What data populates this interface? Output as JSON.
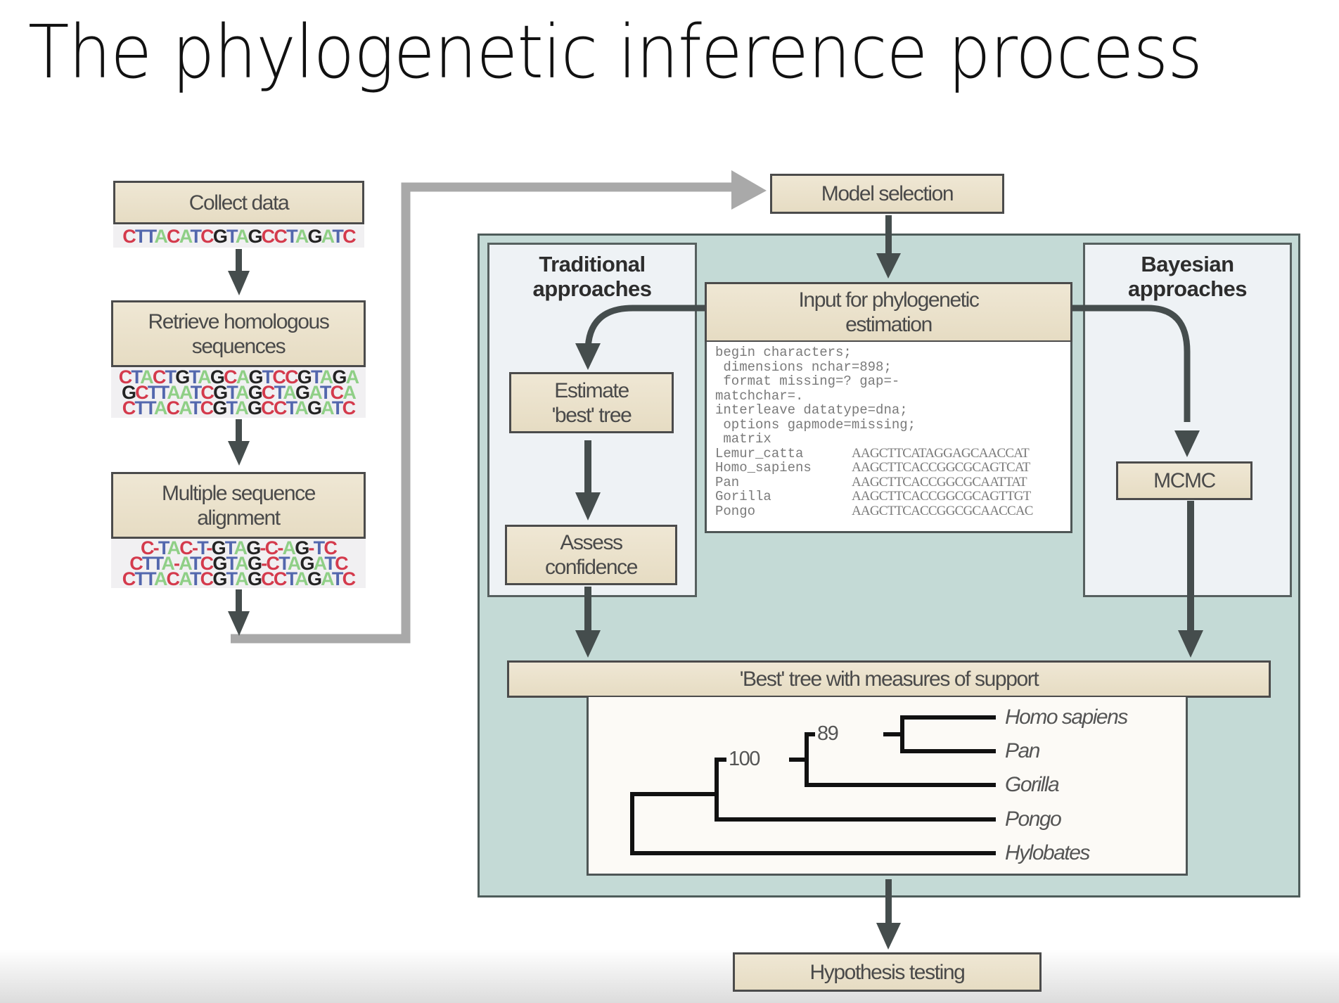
{
  "slide": {
    "title": "The phylogenetic inference process"
  },
  "pipeline": {
    "collect_data": {
      "label": "Collect data",
      "sequence": [
        "CTTACATCGTAGCCTAGATC"
      ]
    },
    "retrieve_homologous": {
      "label": "Retrieve homologous sequences",
      "sequences": [
        "CTACTGTAGCAGTCCGTAGA",
        "GCTTAATCGTAGCTAGATCA",
        "CTTACATCGTAGCCTAGATC"
      ]
    },
    "msa": {
      "label": "Multiple sequence alignment",
      "sequences": [
        "C-TAC-T-GTAG-C-AG-TC",
        "CTTA-ATCGTAG-CTAGATC",
        "CTTACATCGTAGCCTAGATC"
      ]
    },
    "model_selection": {
      "label": "Model selection"
    },
    "input": {
      "label": "Input for phylogenetic estimation",
      "code_lines": [
        "begin characters;",
        " dimensions nchar=898;",
        " format missing=? gap=-",
        "matchchar=.",
        "interleave datatype=dna;",
        " options gapmode=missing;",
        " matrix"
      ],
      "matrix": [
        {
          "taxon": "Lemur_catta",
          "sequence": "AAGCTTCATAGGAGCAACCAT"
        },
        {
          "taxon": "Homo_sapiens",
          "sequence": "AAGCTTCACCGGCGCAGTCAT"
        },
        {
          "taxon": "Pan",
          "sequence": "AAGCTTCACCGGCGCAATTAT"
        },
        {
          "taxon": "Gorilla",
          "sequence": "AAGCTTCACCGGCGCAGTTGT"
        },
        {
          "taxon": "Pongo",
          "sequence": "AAGCTTCACCGGCGCAACCAC"
        }
      ]
    },
    "traditional": {
      "title": "Traditional approaches",
      "steps": [
        "Estimate 'best' tree",
        "Assess confidence"
      ]
    },
    "bayesian": {
      "title": "Bayesian approaches",
      "steps": [
        "MCMC"
      ]
    },
    "best_tree": {
      "label": "'Best' tree with measures of support",
      "taxa": [
        "Homo sapiens",
        "Pan",
        "Gorilla",
        "Pongo",
        "Hylobates"
      ],
      "support_values": [
        {
          "clade": "Homo sapiens + Pan",
          "value": "89"
        },
        {
          "clade": "Homo sapiens + Pan + Gorilla",
          "value": "100"
        }
      ]
    },
    "hypothesis_testing": {
      "label": "Hypothesis testing"
    }
  },
  "colors": {
    "box_fill": "#e9e0c9",
    "panel_teal": "#c4dad6",
    "subpanel": "#eef2f5",
    "arrow_dark": "#444c4c",
    "arrow_gray": "#a8a8a8",
    "nucleotide_A": "#8fcf86",
    "nucleotide_C": "#d43a4c",
    "nucleotide_G": "#232323",
    "nucleotide_T": "#5367ad"
  }
}
